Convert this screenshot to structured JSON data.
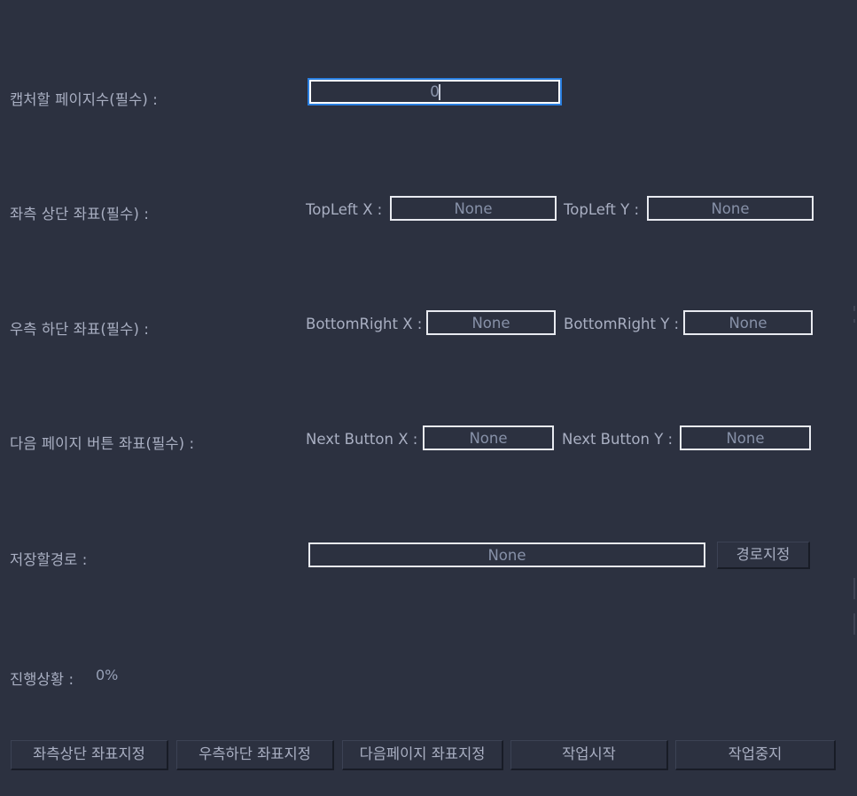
{
  "theme": {
    "background": "#2c3140",
    "label_color": "#a9afc2",
    "field_border": "#e8eaf0",
    "field_text": "#8791a8",
    "focus_ring": "#2a7fe0",
    "button_shadow": "#181c26",
    "button_highlight": "#3c4254"
  },
  "form": {
    "rows": [
      {
        "label": "캡처할 페이지수(필수) :",
        "fields": [
          {
            "sub_label": "",
            "value": "0",
            "focused": true
          }
        ]
      },
      {
        "label": "좌측 상단 좌표(필수) :",
        "fields": [
          {
            "sub_label": "TopLeft X :",
            "value": "None",
            "focused": false
          },
          {
            "sub_label": "TopLeft Y :",
            "value": "None",
            "focused": false
          }
        ]
      },
      {
        "label": "우측 하단 좌표(필수) :",
        "fields": [
          {
            "sub_label": "BottomRight X :",
            "value": "None",
            "focused": false
          },
          {
            "sub_label": "BottomRight Y :",
            "value": "None",
            "focused": false
          }
        ]
      },
      {
        "label": "다음 페이지 버튼 좌표(필수) :",
        "fields": [
          {
            "sub_label": "Next Button X :",
            "value": "None",
            "focused": false
          },
          {
            "sub_label": "Next Button Y :",
            "value": "None",
            "focused": false
          }
        ]
      },
      {
        "label": "저장할경로 :",
        "fields": [
          {
            "sub_label": "",
            "value": "None",
            "focused": false
          }
        ],
        "button": "경로지정"
      }
    ],
    "progress": {
      "label": "진행상황 :",
      "value": "0%"
    }
  },
  "bottom_buttons": [
    {
      "label": "좌측상단 좌표지정"
    },
    {
      "label": "우측하단 좌표지정"
    },
    {
      "label": "다음페이지 좌표지정"
    },
    {
      "label": "작업시작"
    },
    {
      "label": "작업중지"
    }
  ]
}
